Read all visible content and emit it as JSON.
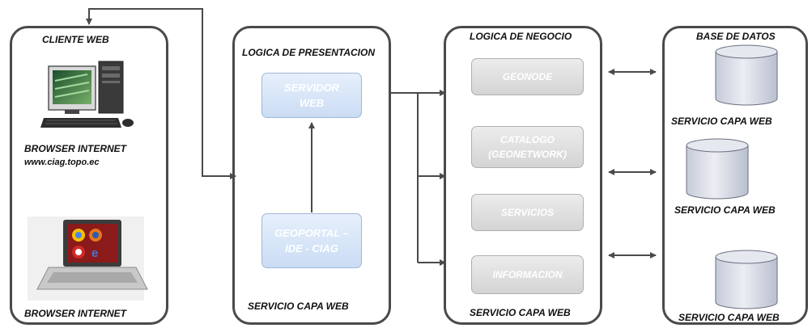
{
  "cliente": {
    "title": "CLIENTE WEB",
    "browser1": "BROWSER INTERNET",
    "url": "www.ciag.topo.ec",
    "browser2": "BROWSER INTERNET"
  },
  "presentacion": {
    "title": "LOGICA DE PRESENTACION",
    "servidor": "SERVIDOR\nWEB",
    "geoportal": "GEOPORTAL –\nIDE - CIAG",
    "footer": "SERVICIO CAPA WEB"
  },
  "negocio": {
    "title": "LOGICA DE NEGOCIO",
    "geonode": "GEONODE",
    "catalogo": "CATALOGO\n(GEONETWORK)",
    "servicios": "SERVICIOS",
    "informacion": "INFORMACION",
    "footer": "SERVICIO CAPA WEB"
  },
  "datos": {
    "title": "BASE DE DATOS",
    "db1": "SERVICIO CAPA WEB",
    "db2": "SERVICIO CAPA WEB",
    "db3": "SERVICIO CAPA WEB"
  },
  "colors": {
    "border": "#4a4a4a",
    "blue_box": "#d6e4f7",
    "gray_box": "#dcdcdc",
    "database": "#c9cede"
  }
}
